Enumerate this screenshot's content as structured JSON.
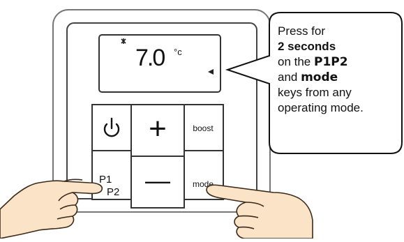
{
  "display": {
    "temperature": "7.0",
    "unit": "°c"
  },
  "keys": {
    "power_icon": "power-icon",
    "plus_symbol": "+",
    "minus_symbol": "—",
    "boost_label": "boost",
    "p1p2_label_top": "P1",
    "p1p2_label_bottom": "P2",
    "mode_label": "mode"
  },
  "callout": {
    "line1": "Press for",
    "line2": "2 seconds",
    "line3_prefix": "on the ",
    "line3_key": "P1P2",
    "line4_prefix": "and ",
    "line4_key": "mode",
    "line5": "keys from any",
    "line6": "operating mode."
  },
  "colors": {
    "outline": "#333333",
    "frame_outline": "#777777",
    "hand_fill": "#fbe3c8",
    "hand_stroke": "#3a2a1a"
  }
}
